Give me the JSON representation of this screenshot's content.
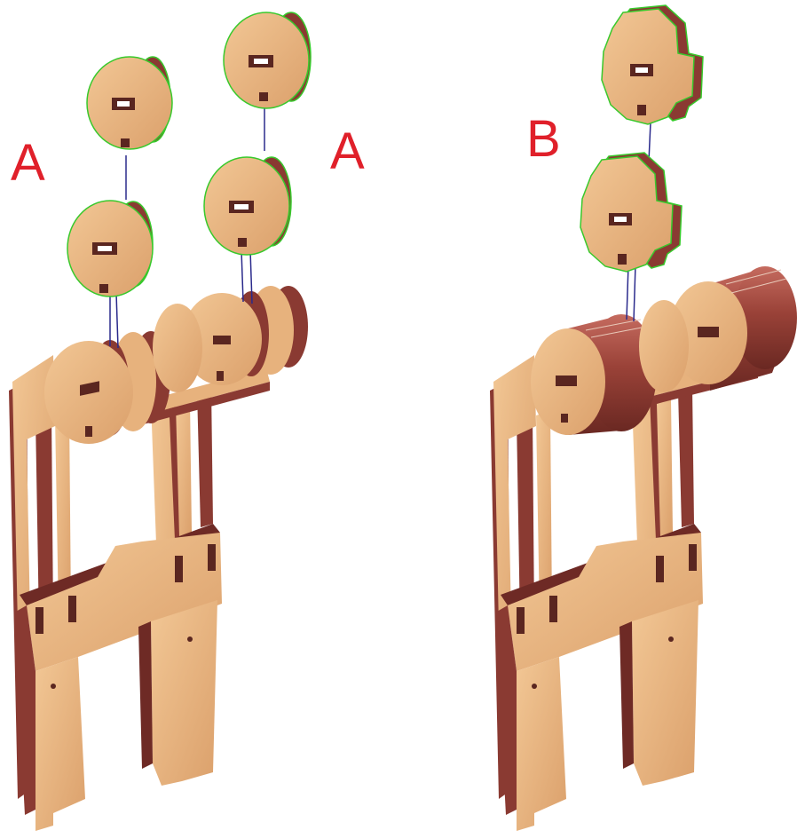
{
  "labels": {
    "left_a": "A",
    "right_a": "A",
    "b": "B"
  },
  "colors": {
    "background": "#ffffff",
    "label": "#e0202a",
    "wood_face": "#e7b27d",
    "wood_face_light": "#f3c896",
    "wood_edge": "#8a3a32",
    "wood_edge_dark": "#6e2a25",
    "slot": "#5a2620",
    "outline_selected": "#38c92c",
    "connector": "#2a2a8c"
  }
}
